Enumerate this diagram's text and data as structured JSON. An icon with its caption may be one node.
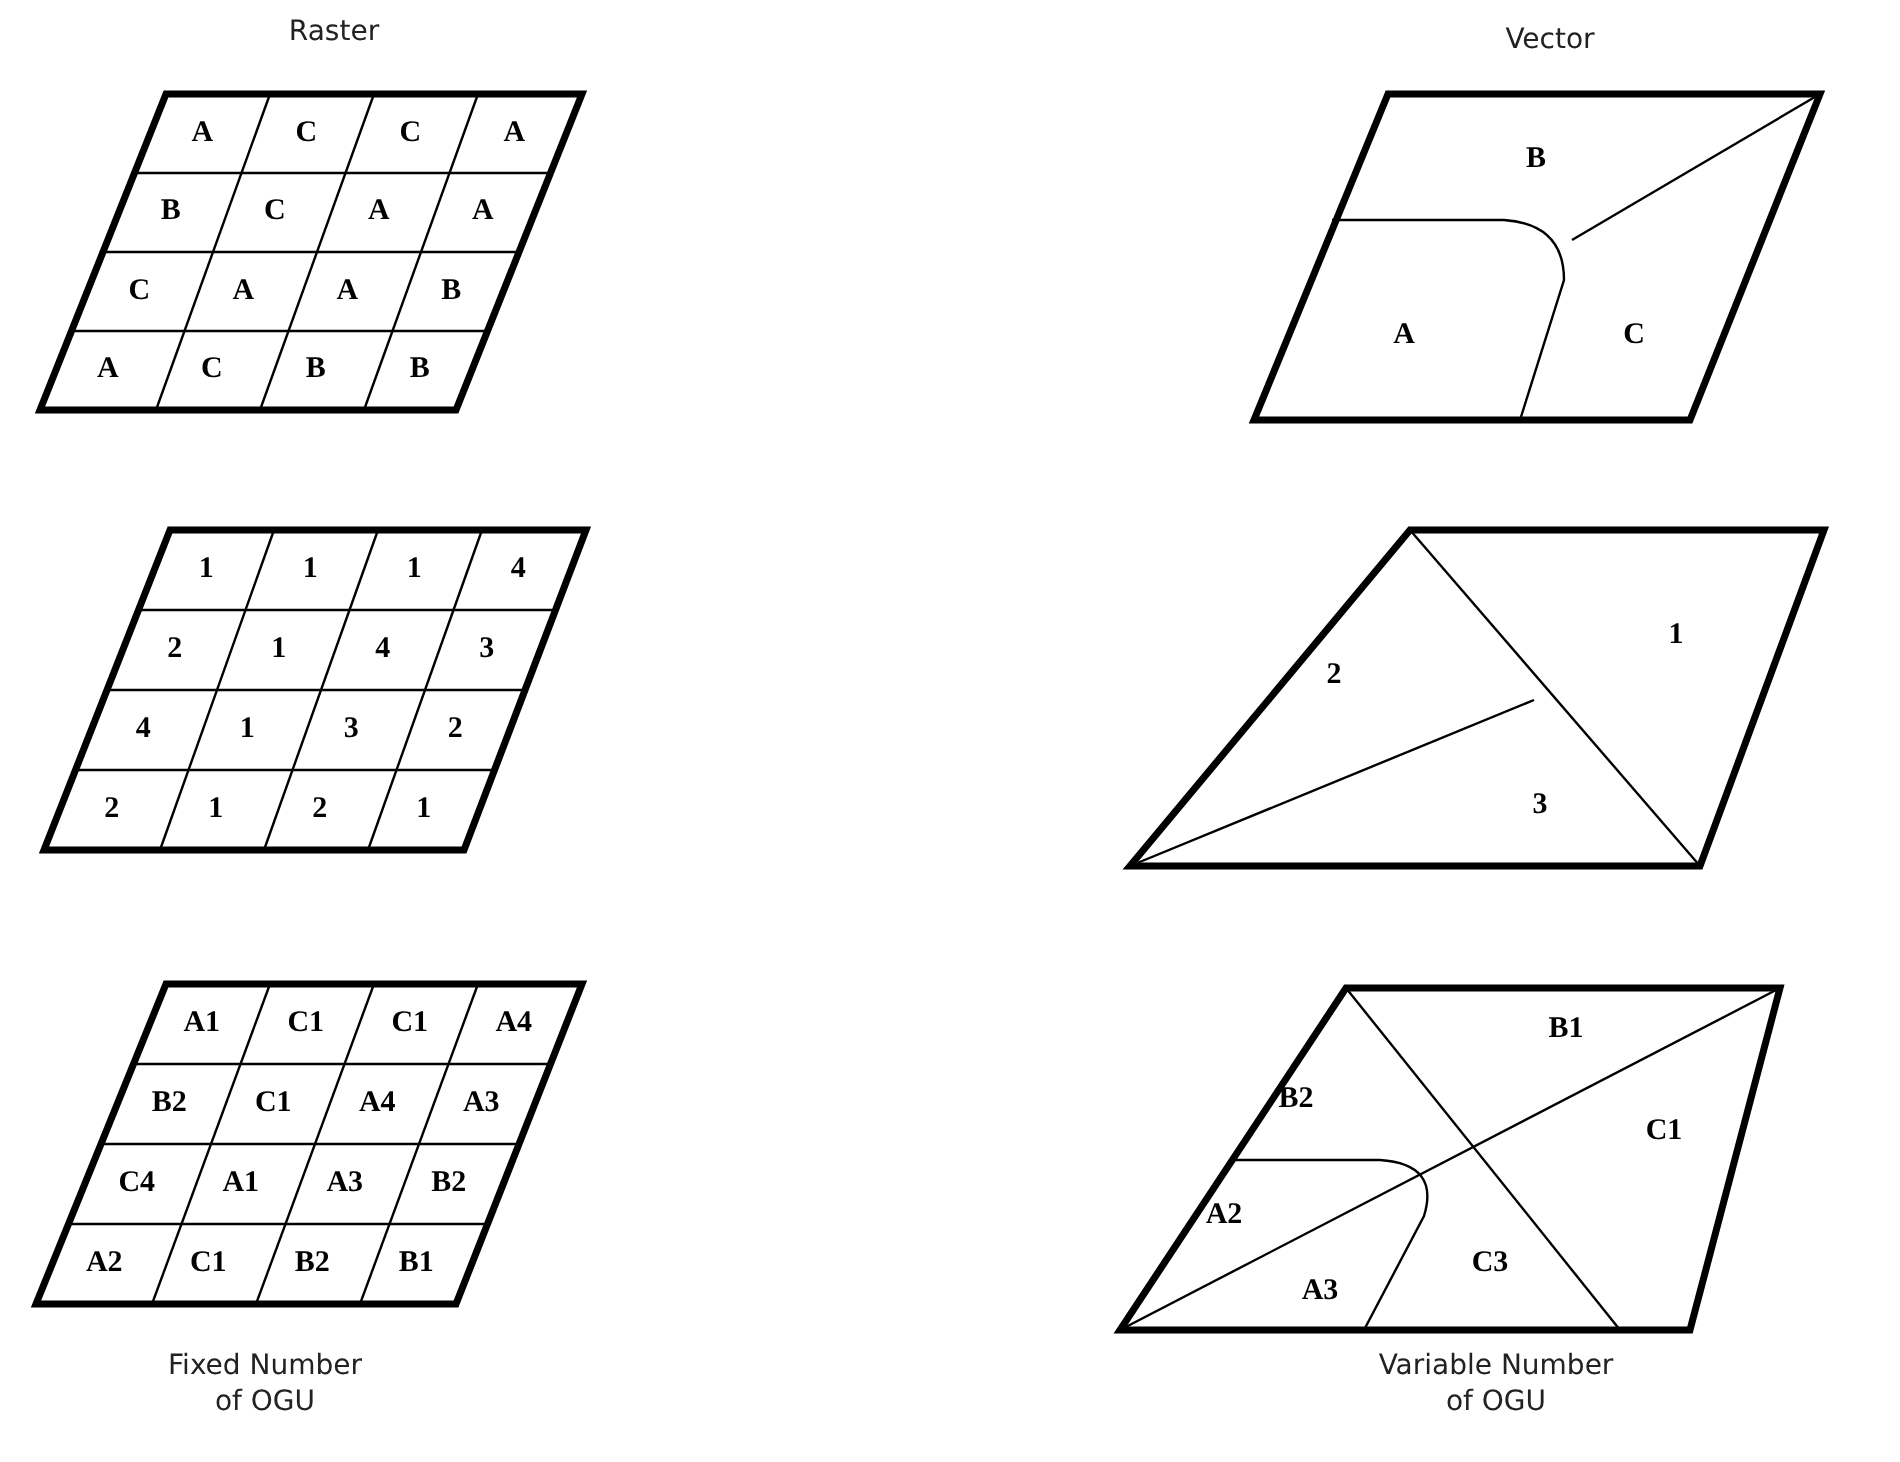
{
  "diagram": {
    "nodes": [
      {
        "text": [
          "A",
          "C",
          "C",
          "A",
          "B",
          "C",
          "A",
          "A",
          "C",
          "A",
          "A",
          "B",
          "A",
          "C",
          "B",
          "B"
        ]
      },
      {
        "text": [
          "B",
          "A",
          "C"
        ]
      },
      {
        "text": [
          "1",
          "1",
          "1",
          "4",
          "2",
          "1",
          "4",
          "3",
          "4",
          "1",
          "3",
          "2",
          "2",
          "1",
          "2",
          "1"
        ]
      },
      {
        "text": [
          "1",
          "2",
          "3"
        ]
      },
      {
        "text": [
          "A1",
          "C1",
          "C1",
          "A4",
          "B2",
          "C1",
          "A4",
          "A3",
          "C4",
          "A1",
          "A3",
          "B2",
          "A2",
          "C1",
          "B2",
          "B1"
        ],
        "beside": [
          "Fixed Number of OGU"
        ]
      },
      {
        "text": [
          "B1",
          "B2",
          "C1",
          "A2",
          "A3",
          "C3"
        ],
        "beside": [
          "Variable Number of OGU"
        ]
      }
    ],
    "labels": [
      "Raster",
      "Vector"
    ]
  }
}
